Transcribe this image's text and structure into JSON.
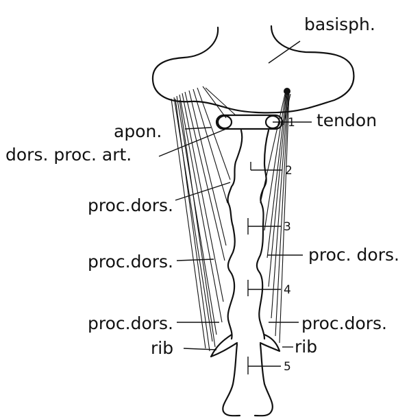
{
  "labels": {
    "basisph": "basisph.",
    "apon": "apon.",
    "dors_proc_art": "dors. proc. art.",
    "tendon": "tendon",
    "proc_dors_1": "proc.dors.",
    "proc_dors_2": "proc.dors.",
    "proc_dors_3": "proc.dors.",
    "proc_dors_right_1": "proc. dors.",
    "proc_dors_right_2": "proc.dors.",
    "rib_left": "rib",
    "rib_right": "rib"
  },
  "vertebra_numbers": [
    "1",
    "2",
    "3",
    "4",
    "5"
  ]
}
